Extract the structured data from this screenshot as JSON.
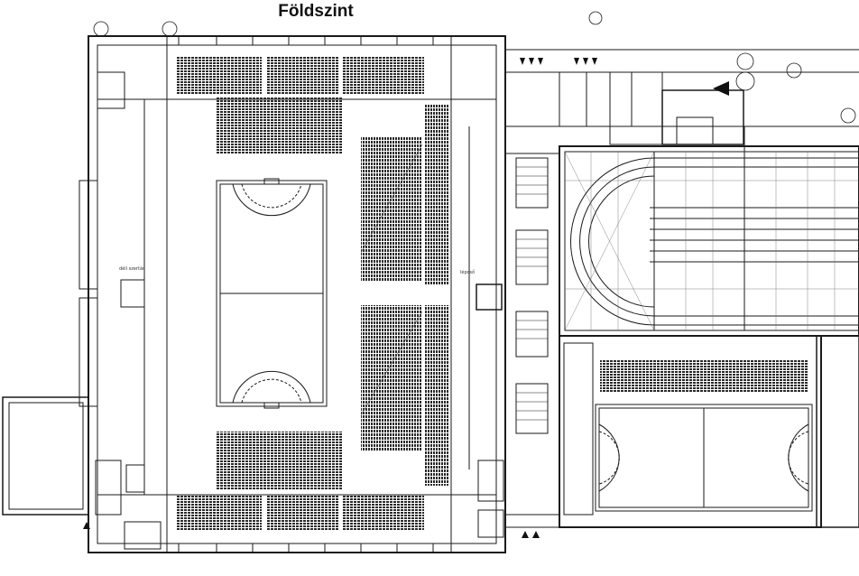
{
  "title": "Földszint",
  "labels": {
    "room_label_left": "déli szertár",
    "room_label_center": "lépcső"
  },
  "colors": {
    "line": "#1a1a1a",
    "seat": "#2a2a2a",
    "background": "#ffffff"
  }
}
